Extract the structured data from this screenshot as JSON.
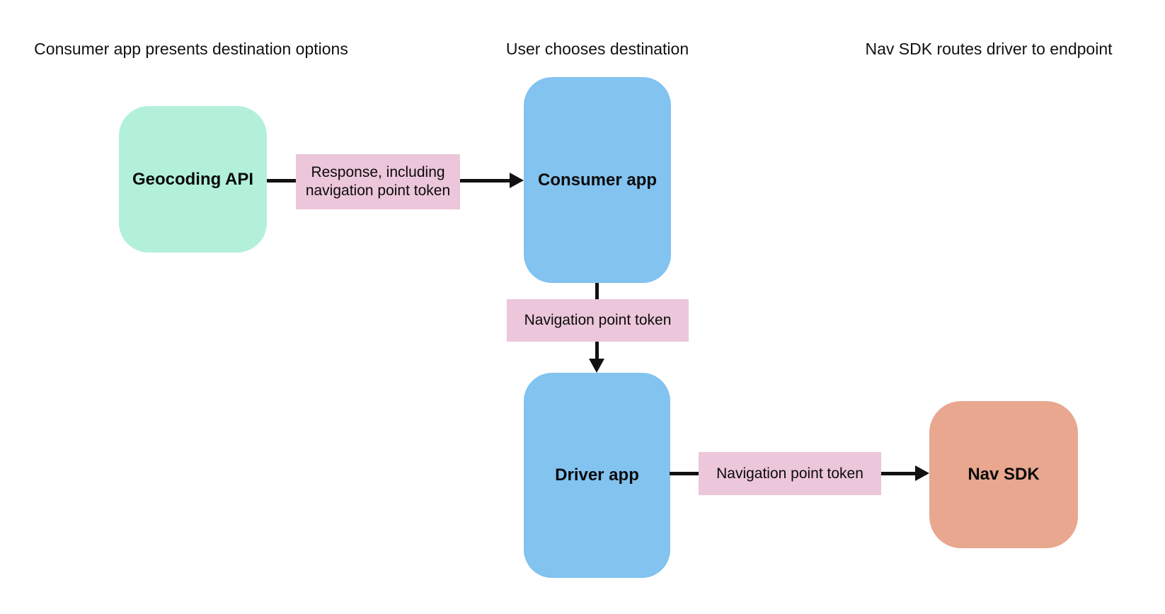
{
  "diagram": {
    "headers": [
      {
        "label": "Consumer app presents destination options"
      },
      {
        "label": "User chooses destination"
      },
      {
        "label": "Nav SDK routes driver to endpoint"
      }
    ],
    "nodes": [
      {
        "id": "geocoding-api",
        "label": "Geocoding API",
        "color": "#b2f0da"
      },
      {
        "id": "consumer-app",
        "label": "Consumer app",
        "color": "#82c3f0"
      },
      {
        "id": "driver-app",
        "label": "Driver app",
        "color": "#82c3f0"
      },
      {
        "id": "nav-sdk",
        "label": "Nav SDK",
        "color": "#e8a78e"
      }
    ],
    "edges": [
      {
        "from": "geocoding-api",
        "to": "consumer-app",
        "label": "Response, including navigation point token",
        "label_color": "#ecc6da"
      },
      {
        "from": "consumer-app",
        "to": "driver-app",
        "label": "Navigation point token",
        "label_color": "#ecc6da"
      },
      {
        "from": "driver-app",
        "to": "nav-sdk",
        "label": "Navigation point token",
        "label_color": "#ecc6da"
      }
    ],
    "colors": {
      "background": "#ffffff",
      "arrow": "#111111",
      "text": "#111111"
    }
  }
}
